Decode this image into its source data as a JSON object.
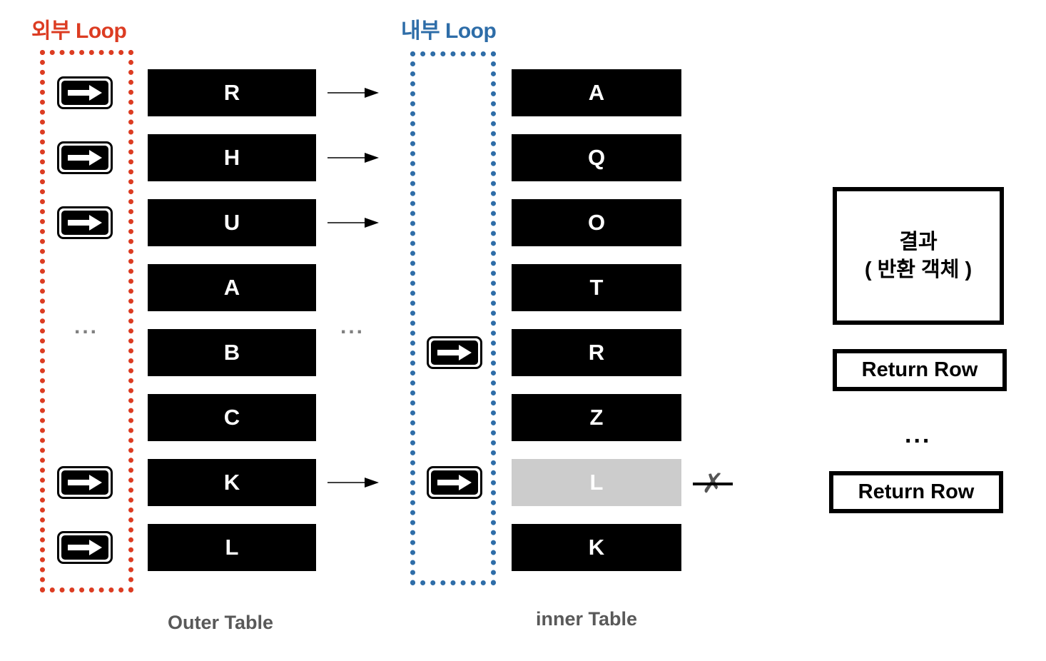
{
  "diagram": {
    "title_outer_loop": "외부 Loop",
    "title_inner_loop": "내부 Loop",
    "colors": {
      "outer_loop": "#DC3C22",
      "inner_loop": "#2E6DA8",
      "row_fill": "#000000",
      "row_text": "#FFFFFF",
      "row_muted_fill": "#CCCCCC",
      "caption_text": "#595959",
      "reject_mark": "#555555"
    },
    "ellipsis_glyph": "...",
    "marker_icon": "right-arrow-icon",
    "reject_glyph": "✗"
  },
  "outer_table": {
    "caption": "Outer Table",
    "rows": [
      {
        "label": "R",
        "marked": true,
        "muted": false,
        "connector": true
      },
      {
        "label": "H",
        "marked": true,
        "muted": false,
        "connector": true
      },
      {
        "label": "U",
        "marked": true,
        "muted": false,
        "connector": true
      },
      {
        "label": "A",
        "marked": false,
        "muted": false,
        "connector": false
      },
      {
        "label": "B",
        "marked": false,
        "muted": false,
        "connector": false
      },
      {
        "label": "C",
        "marked": false,
        "muted": false,
        "connector": false
      },
      {
        "label": "K",
        "marked": true,
        "muted": false,
        "connector": true
      },
      {
        "label": "L",
        "marked": true,
        "muted": false,
        "connector": false
      }
    ]
  },
  "inner_table": {
    "caption": "inner Table",
    "rows": [
      {
        "label": "A",
        "marked": false,
        "muted": false
      },
      {
        "label": "Q",
        "marked": false,
        "muted": false
      },
      {
        "label": "O",
        "marked": false,
        "muted": false
      },
      {
        "label": "T",
        "marked": false,
        "muted": false
      },
      {
        "label": "R",
        "marked": true,
        "muted": false
      },
      {
        "label": "Z",
        "marked": false,
        "muted": false
      },
      {
        "label": "L",
        "marked": true,
        "muted": true,
        "rejected": true
      },
      {
        "label": "K",
        "marked": false,
        "muted": false
      }
    ]
  },
  "result_panel": {
    "result_box": {
      "line1": "결과",
      "line2": "( 반환 객체 )"
    },
    "return_rows": [
      "Return Row",
      "Return Row"
    ],
    "ellipsis": "..."
  }
}
